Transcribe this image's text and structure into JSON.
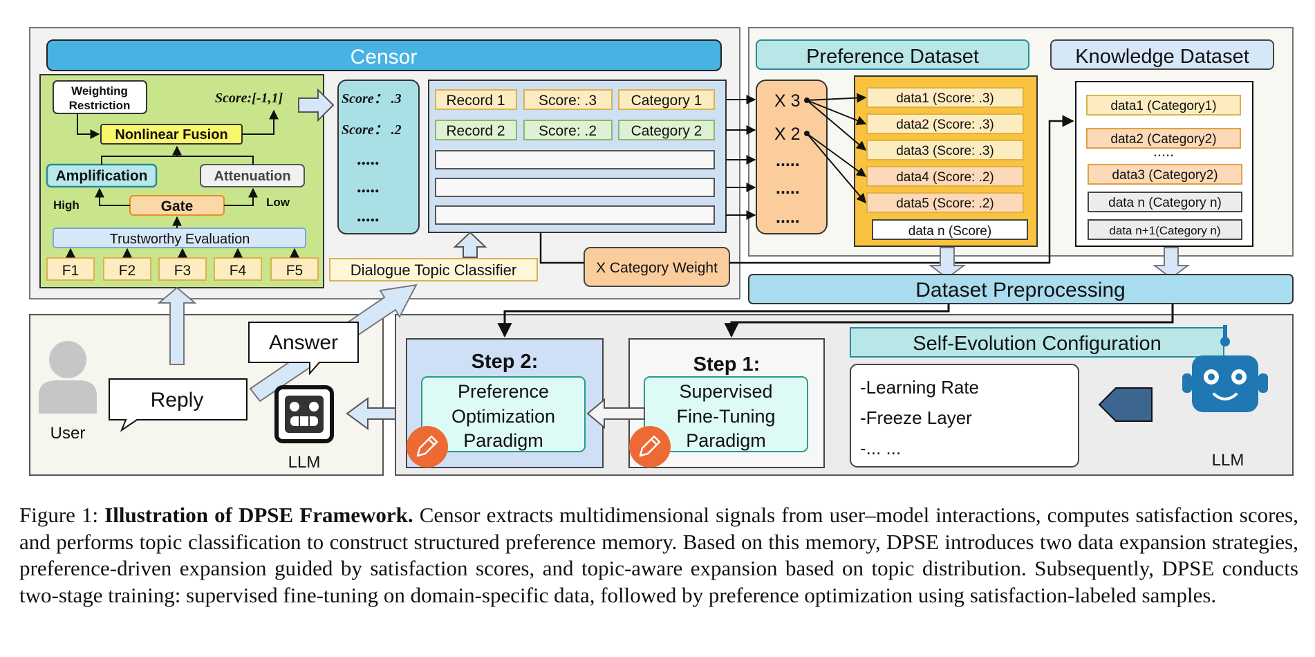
{
  "censor": {
    "title": "Censor",
    "weighting_restriction": [
      "Weighting",
      "Restriction"
    ],
    "score_range": "Score:[-1,1]",
    "nonlinear_fusion": "Nonlinear Fusion",
    "amplification": "Amplification",
    "attenuation": "Attenuation",
    "high": "High",
    "low": "Low",
    "gate": "Gate",
    "trustworthy_evaluation": "Trustworthy Evaluation",
    "features": [
      "F1",
      "F2",
      "F3",
      "F4",
      "F5"
    ],
    "score_list": [
      "Score： .3",
      "Score： .2",
      ".....",
      ".....",
      "....."
    ],
    "records": [
      {
        "record": "Record 1",
        "score": "Score: .3",
        "category": "Category 1"
      },
      {
        "record": "Record 2",
        "score": "Score: .2",
        "category": "Category 2"
      }
    ],
    "dialogue_topic_classifier": "Dialogue Topic Classifier",
    "category_weight": "X Category Weight"
  },
  "multipliers": [
    "X 3",
    "X 2",
    ".....",
    ".....",
    "....."
  ],
  "preference_dataset": {
    "title": "Preference Dataset",
    "items": [
      "data1 (Score: .3)",
      "data2 (Score: .3)",
      "data3 (Score: .3)",
      "data4 (Score: .2)",
      "data5 (Score: .2)",
      "data n (Score)"
    ]
  },
  "knowledge_dataset": {
    "title": "Knowledge Dataset",
    "items": [
      "data1 (Category1)",
      "data2 (Category2)",
      ".....",
      "data3 (Category2)",
      "data n (Category n)",
      "data n+1(Category n)"
    ]
  },
  "dataset_preprocessing": "Dataset Preprocessing",
  "user_panel": {
    "answer": "Answer",
    "reply": "Reply",
    "user": "User",
    "llm": "LLM"
  },
  "step2": {
    "title": "Step 2:",
    "body": [
      "Preference",
      "Optimization",
      "Paradigm"
    ]
  },
  "step1": {
    "title": "Step 1:",
    "body": [
      "Supervised",
      "Fine-Tuning",
      "Paradigm"
    ]
  },
  "self_evolution": {
    "title": "Self-Evolution Configuration",
    "items": [
      "-Learning Rate",
      "-Freeze Layer",
      "-... ..."
    ],
    "llm": "LLM"
  },
  "caption": {
    "label": "Figure 1:",
    "bold": "Illustration of DPSE Framework.",
    "text": "Censor extracts multidimensional signals from user–model interactions, computes satisfaction scores, and performs topic classification to construct structured preference memory. Based on this memory, DPSE introduces two data expansion strategies, preference-driven expansion guided by satisfaction scores, and topic-aware expansion based on topic distribution. Subsequently, DPSE conducts two-stage training: supervised fine-tuning on domain-specific data, followed by preference optimization using satisfaction-labeled samples."
  },
  "colors": {
    "censor_bar": "#47b3e3",
    "green_panel": "#c9e58b",
    "teal_box": "#a9e0e6",
    "peach": "#fbcd9d",
    "gold": "#f9c33f",
    "light_blue": "#a9dcee",
    "pencil_orange": "#ed6a35",
    "robot_blue": "#1f77b4"
  }
}
